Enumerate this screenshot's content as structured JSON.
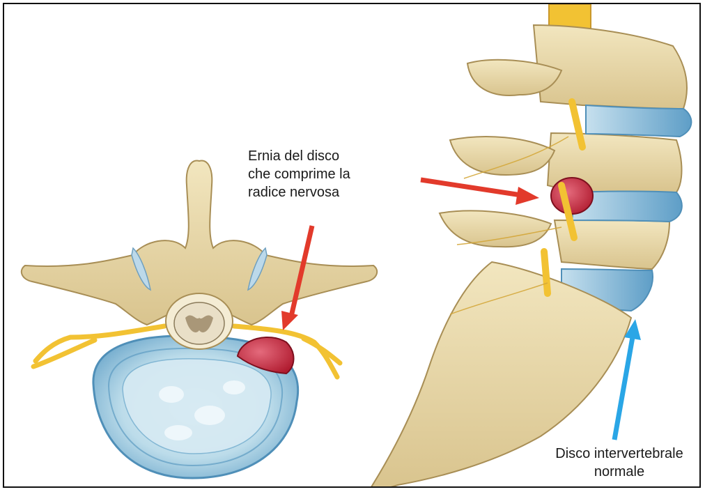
{
  "labels": {
    "herniation": [
      "Ernia del disco",
      "che comprime la",
      "radice nervosa"
    ],
    "normal_disc": [
      "Disco intervertebrale",
      "normale"
    ]
  },
  "colors": {
    "bone": "#e8d9a8",
    "bone_shadow": "#c9b47a",
    "disc_blue": "#7fb6d6",
    "disc_light": "#c9e2ef",
    "nerve_yellow": "#f2c233",
    "herniation_red": "#c8243a",
    "arrow_red": "#e23a2b",
    "arrow_blue": "#2aa6e6"
  }
}
